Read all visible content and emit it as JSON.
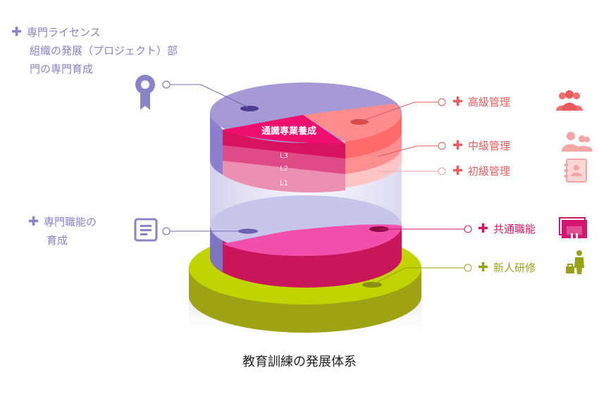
{
  "title": "教育訓練の発展体系",
  "left_labels": {
    "license": [
      "専門ライセンス",
      "組織の発展（プロジェクト）部",
      "門の専門育成"
    ],
    "skills": [
      "専門職能の",
      "育成"
    ]
  },
  "right_labels": {
    "senior": "高級管理",
    "middle": "中級管理",
    "junior": "初級管理",
    "common": "共通職能",
    "newcomer": "新人研修"
  },
  "top_cylinder": {
    "center_label": "通識専業養成",
    "layers": [
      "L3",
      "L2",
      "L1"
    ]
  },
  "colors": {
    "purple": "#8a83c8",
    "red": "#ec5b5b",
    "magenta": "#cf1766",
    "olive": "#9aa116"
  },
  "icons": [
    "medal-icon",
    "document-icon",
    "people-group-icon",
    "people-pair-icon",
    "contact-card-icon",
    "certificate-icon",
    "businessman-icon"
  ]
}
